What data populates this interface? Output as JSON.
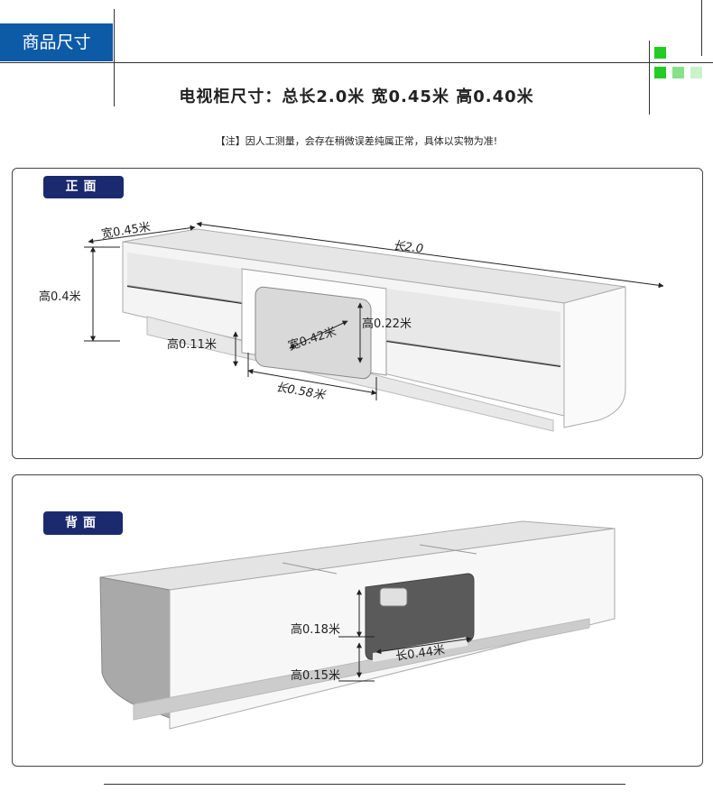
{
  "header": {
    "tab_label": "商品尺寸",
    "dimension_summary": "电视柜尺寸：总长2.0米 宽0.45米 高0.40米",
    "note": "【注】因人工测量，会存在稍微误差纯属正常，具体以实物为准!"
  },
  "colors": {
    "tab_blue": "#0d5ba6",
    "badge_navy": "#1a2a6e",
    "accent_green": "#22cc22",
    "light_green": "#88e088",
    "pale_green": "#ccf2cc"
  },
  "front_panel": {
    "badge": "正面",
    "labels": {
      "width": "宽0.45米",
      "length": "长2.0",
      "height": "高0.4米",
      "opening_height": "高0.22米",
      "opening_width": "宽0.42米",
      "base_height": "高0.11米",
      "opening_length": "长0.58米"
    }
  },
  "back_panel": {
    "badge": "背面",
    "labels": {
      "opening_height": "高0.18米",
      "opening_length": "长0.44米",
      "base_height": "高0.15米"
    }
  }
}
